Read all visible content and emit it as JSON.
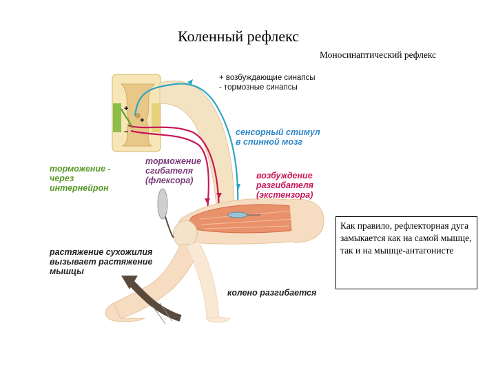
{
  "title": "Коленный рефлекс",
  "subtitle": "Моносинаптический рефлекс",
  "legend": {
    "excitatory": "+ возбуждающие синапсы",
    "inhibitory": "- тормозные синапсы"
  },
  "labels": {
    "sensory": "сенсорный стимул\nв спинной мозг",
    "interneuron": "торможение -\nчерез\nинтернейрон",
    "flexor": "торможение\nсгибателя\n(флексора)",
    "extensor": "возбуждение\nразгибателя\n(экстензора)",
    "stretch": "растяжение сухожилия\nвызывает растяжение\nмышцы",
    "knee": "колено разгибается"
  },
  "note": "Как правило, рефлекторная дуга замыкается как на самой мышце, так и на мышце-антагонисте",
  "colors": {
    "sensory": "#2aa6c4",
    "motor": "#c8185a",
    "inhibitory": "#5aa22a",
    "label_blue": "#2f86c8",
    "label_green": "#5a9a2a",
    "label_red": "#c8185a",
    "label_purple": "#7a3a7a",
    "hammer": "#5a4a3c"
  }
}
